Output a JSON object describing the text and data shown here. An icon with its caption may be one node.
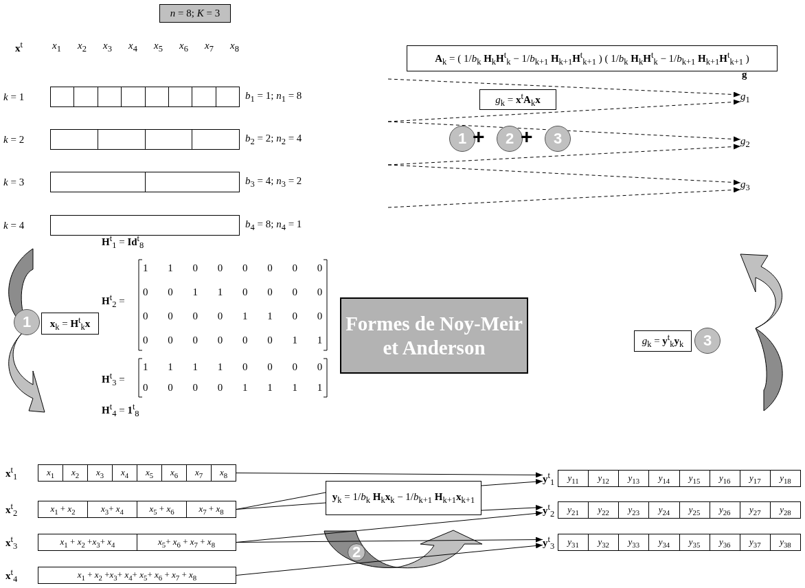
{
  "diagram": {
    "nodes": [
      {
        "text": [
          "*n* = 8; *K* = 3"
        ]
      },
      {
        "text": [],
        "shape": "box",
        "beside": [
          "*k* = 1",
          "*b*$_{1}$ = 1; *n*$_{1}$ = 8"
        ]
      },
      {
        "text": [],
        "shape": "box",
        "beside": [
          "*k* = 2",
          "*b*$_{2}$ = 2; *n*$_{2}$ = 4"
        ]
      },
      {
        "text": [],
        "shape": "box",
        "beside": [
          "*k* = 3",
          "*b*$_{3}$ = 4; *n*$_{3}$ = 2"
        ]
      },
      {
        "text": [],
        "shape": "box",
        "beside": [
          "*k* = 4",
          "*b*$_{4}$ = 8; *n*$_{4}$ = 1"
        ]
      },
      {
        "text": [
          "**A**$_{k}$ = ( 1/*b*$_{k}$ **H**$_{k}$**H**$^{t}$$_{k}$ − 1/*b*$_{k+1}$ **H**$_{k+1}$**H**$^{t}$$_{k+1}$ ) ( 1/*b*$_{k}$ **H**$_{k}$**H**$^{t}$$_{k}$ − 1/*b*$_{k+1}$ **H**$_{k+1}$**H**$^{t}$$_{k+1}$ )"
        ]
      },
      {
        "text": [
          "*g*$_{k}$ = **x**$^{t}$**A**$_{k}$**x**"
        ]
      },
      {
        "text": [
          "1"
        ]
      },
      {
        "text": [
          "2"
        ]
      },
      {
        "text": [
          "3"
        ]
      },
      {
        "text": [
          "*g*$_{1}$"
        ]
      },
      {
        "text": [
          "*g*$_{2}$"
        ]
      },
      {
        "text": [
          "*g*$_{3}$"
        ]
      },
      {
        "text": [
          "1"
        ]
      },
      {
        "text": [
          "**x**$_{k}$ = **H**$^{t}$$_{k}$**x**"
        ]
      },
      {
        "text": [
          "Formes de Noy-Meir et Anderson"
        ]
      },
      {
        "text": [
          "*g*$_{k}$ = **y**$^{t}$$_{k}$**y**$_{k}$"
        ]
      },
      {
        "text": [
          "3"
        ]
      },
      {
        "text": [
          "*x*$_{1}$",
          "*x*$_{2}$",
          "*x*$_{3}$",
          "*x*$_{4}$",
          "*x*$_{5}$",
          "*x*$_{6}$",
          "*x*$_{7}$",
          "*x*$_{8}$"
        ],
        "beside": [
          "**x**$^{t}$$_{1}$"
        ]
      },
      {
        "text": [
          "*x*$_{1}$ + *x*$_{2}$",
          "*x*$_{3}$+ *x*$_{4}$",
          "*x*$_{5}$ + *x*$_{6}$",
          "*x*$_{7}$ + *x*$_{8}$"
        ],
        "beside": [
          "**x**$^{t}$$_{2}$"
        ]
      },
      {
        "text": [
          "*x*$_{1}$ + *x*$_{2}$ +*x*$_{3}$+ *x*$_{4}$",
          "*x*$_{5}$+ *x*$_{6}$ + *x*$_{7}$ + *x*$_{8}$"
        ],
        "beside": [
          "**x**$^{t}$$_{3}$"
        ]
      },
      {
        "text": [
          "*x*$_{1}$ + *x*$_{2}$ +*x*$_{3}$+ *x*$_{4}$+ *x*$_{5}$+ *x*$_{6}$ + *x*$_{7}$ + *x*$_{8}$"
        ],
        "beside": [
          "**x**$^{t}$$_{4}$"
        ]
      },
      {
        "text": [
          "**y**$_{k}$ = 1/*b*$_{k}$ **H**$_{k}$**x**$_{k}$ − 1/*b*$_{k+1}$ **H**$_{k+1}$**x**$_{k+1}$"
        ]
      },
      {
        "text": [
          "*y*$_{11}$",
          "*y*$_{12}$",
          "*y*$_{13}$",
          "*y*$_{14}$",
          "*y*$_{15}$",
          "*y*$_{16}$",
          "*y*$_{17}$",
          "*y*$_{18}$"
        ],
        "beside": [
          "**y**$^{t}$$_{1}$"
        ]
      },
      {
        "text": [
          "*y*$_{21}$",
          "*y*$_{22}$",
          "*y*$_{23}$",
          "*y*$_{24}$",
          "*y*$_{25}$",
          "*y*$_{26}$",
          "*y*$_{27}$",
          "*y*$_{28}$"
        ],
        "beside": [
          "**y**$^{t}$$_{2}$"
        ]
      },
      {
        "text": [
          "*y*$_{31}$",
          "*y*$_{32}$",
          "*y*$_{33}$",
          "*y*$_{34}$",
          "*y*$_{35}$",
          "*y*$_{36}$",
          "*y*$_{37}$",
          "*y*$_{38}$"
        ],
        "beside": [
          "**y**$^{t}$$_{3}$"
        ]
      },
      {
        "text": [
          "2"
        ]
      }
    ],
    "edges": [
      {
        "from": null,
        "to": 10,
        "arrow": "to",
        "style": "dashed"
      },
      {
        "from": null,
        "to": 10,
        "arrow": "to",
        "style": "dashed"
      },
      {
        "from": null,
        "to": 11,
        "arrow": "to",
        "style": "dashed"
      },
      {
        "from": null,
        "to": 11,
        "arrow": "to",
        "style": "dashed"
      },
      {
        "from": null,
        "to": 12,
        "arrow": "to",
        "style": "dashed"
      },
      {
        "from": null,
        "to": 12,
        "arrow": "to",
        "style": "dashed"
      },
      {
        "from": 18,
        "to": 23,
        "arrow": "to"
      },
      {
        "from": 19,
        "to": 22,
        "arrow": "none"
      },
      {
        "from": 19,
        "to": 22,
        "arrow": "none"
      },
      {
        "from": 22,
        "to": 23,
        "arrow": "to"
      },
      {
        "from": 22,
        "to": 24,
        "arrow": "to"
      },
      {
        "from": 20,
        "to": 24,
        "arrow": "to"
      },
      {
        "from": 20,
        "to": 25,
        "arrow": "to"
      },
      {
        "from": 21,
        "to": 25,
        "arrow": "to"
      }
    ],
    "labels": [
      "**x**$^{t}$",
      "*x*$_{1}$",
      "*x*$_{2}$",
      "*x*$_{3}$",
      "*x*$_{4}$",
      "*x*$_{5}$",
      "*x*$_{6}$",
      "*x*$_{7}$",
      "*x*$_{8}$",
      "**g**",
      "+",
      "+",
      "**H**$^{t}$$_{1}$ = **Id**$^{t}$$_{8}$",
      "**H**$^{t}$$_{2}$ =",
      "1 1 0 0 0 0 0 0",
      "0 0 1 1 0 0 0 0",
      "0 0 0 0 1 1 0 0",
      "0 0 0 0 0 0 1 1",
      "**H**$^{t}$$_{3}$ =",
      "1 1 1 1 0 0 0 0",
      "0 0 0 0 1 1 1 1",
      "**H**$^{t}$$_{4}$ = **1**$^{t}$$_{8}$"
    ]
  }
}
